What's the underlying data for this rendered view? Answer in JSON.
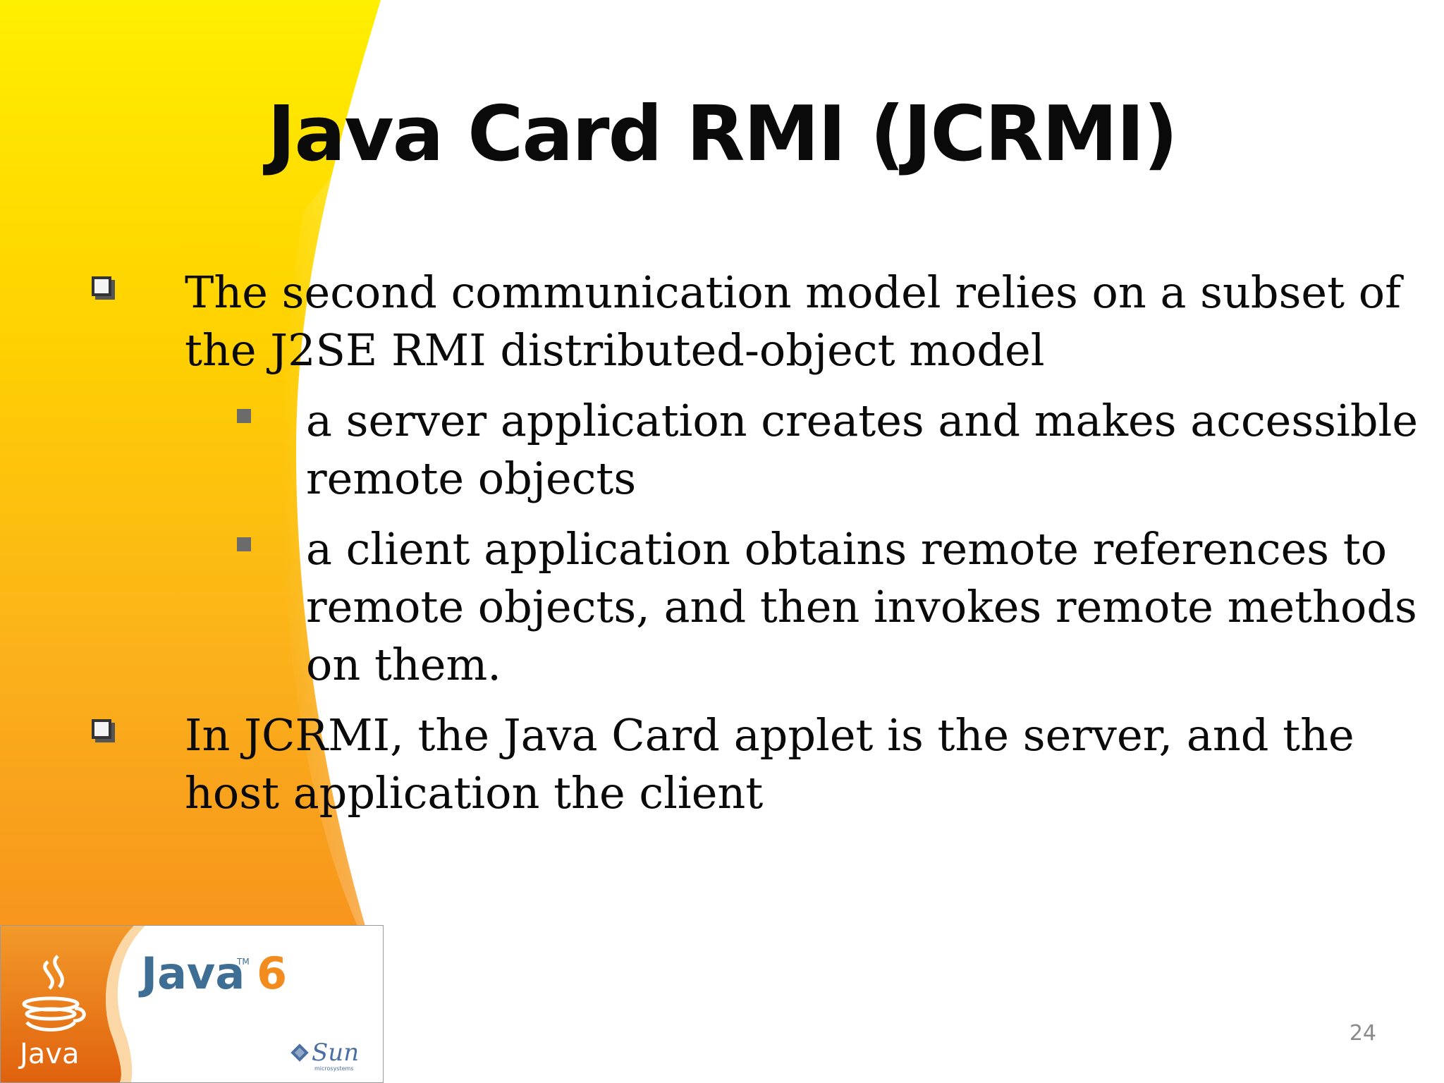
{
  "slide": {
    "title": "Java Card RMI (JCRMI)",
    "bullets": [
      {
        "text_line1": "The second communication model relies on a subset of",
        "text_line2": "the J2SE RMI distributed-object model",
        "sub_bullets": [
          {
            "line1": "a server application creates and makes accessible",
            "line2": "remote objects"
          },
          {
            "line1": "a client application obtains remote references to",
            "line2": "remote objects, and then invokes remote methods",
            "line3": "on them."
          }
        ]
      },
      {
        "text_line1": "In JCRMI, the Java Card applet is the server, and the",
        "text_line2": "host application the client"
      }
    ],
    "page_number": "24"
  },
  "logo": {
    "java_wordmark": "Java",
    "java_version": "6",
    "tm_mark": "TM",
    "cup_label": "Java",
    "sun_wordmark": "Sun",
    "sun_sub": "microsystems"
  },
  "colors": {
    "swoosh_top": "#ffe600",
    "swoosh_bottom": "#f7941d",
    "java_blue": "#3f6e94",
    "java_orange": "#f28c1e"
  }
}
